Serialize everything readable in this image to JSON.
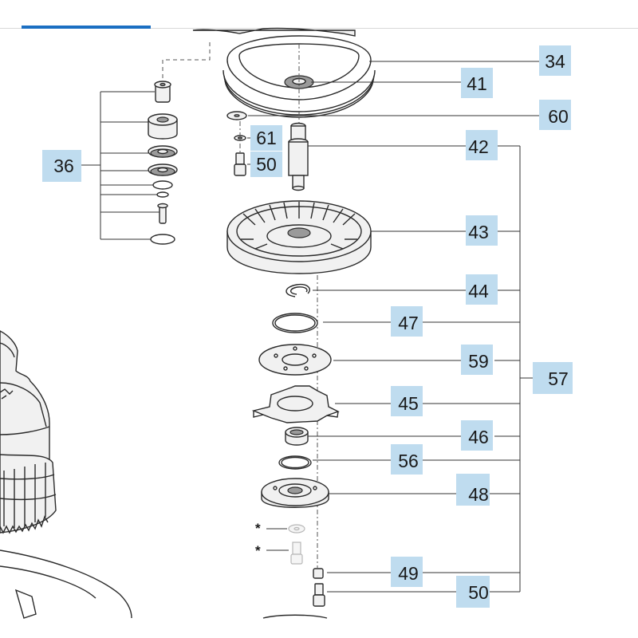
{
  "callouts": {
    "c34": "34",
    "c41": "41",
    "c60": "60",
    "c61": "61",
    "c42": "42",
    "c36": "36",
    "c50a": "50",
    "c43": "43",
    "c44": "44",
    "c47": "47",
    "c59": "59",
    "c57": "57",
    "c45": "45",
    "c46": "46",
    "c56": "56",
    "c48": "48",
    "c49": "49",
    "c50b": "50"
  },
  "markers": {
    "asterisk_1": "*",
    "asterisk_2": "*"
  },
  "colors": {
    "callout_box": "#bfdcef",
    "accent": "#1b6fc2",
    "line": "#2a2a2a"
  }
}
